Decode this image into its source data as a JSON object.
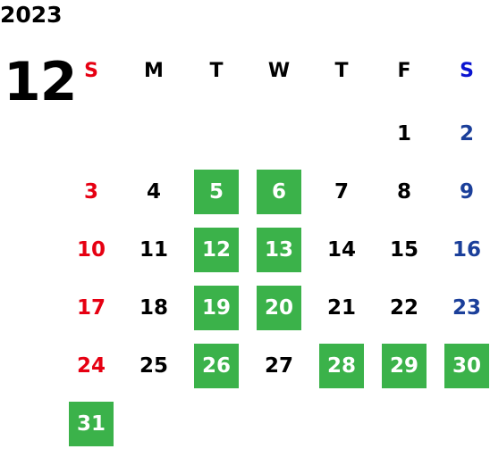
{
  "year": "2023",
  "month": "12",
  "weekdays": [
    {
      "label": "S",
      "color": "#e60012"
    },
    {
      "label": "M",
      "color": "#000000"
    },
    {
      "label": "T",
      "color": "#000000"
    },
    {
      "label": "W",
      "color": "#000000"
    },
    {
      "label": "T",
      "color": "#000000"
    },
    {
      "label": "F",
      "color": "#000000"
    },
    {
      "label": "S",
      "color": "#0a14d0"
    }
  ],
  "colors": {
    "sunday": "#e60012",
    "saturday_weekday_header": "#0a14d0",
    "saturday_days": "#1b3f9a",
    "weekday": "#000000",
    "highlight_bg": "#3bb24a",
    "highlight_text": "#ffffff"
  },
  "weeks": [
    [
      null,
      null,
      null,
      null,
      null,
      {
        "day": "1"
      },
      {
        "day": "2"
      }
    ],
    [
      {
        "day": "3"
      },
      {
        "day": "4"
      },
      {
        "day": "5",
        "highlight": true
      },
      {
        "day": "6",
        "highlight": true
      },
      {
        "day": "7"
      },
      {
        "day": "8"
      },
      {
        "day": "9"
      }
    ],
    [
      {
        "day": "10"
      },
      {
        "day": "11"
      },
      {
        "day": "12",
        "highlight": true
      },
      {
        "day": "13",
        "highlight": true
      },
      {
        "day": "14"
      },
      {
        "day": "15"
      },
      {
        "day": "16"
      }
    ],
    [
      {
        "day": "17"
      },
      {
        "day": "18"
      },
      {
        "day": "19",
        "highlight": true
      },
      {
        "day": "20",
        "highlight": true
      },
      {
        "day": "21"
      },
      {
        "day": "22"
      },
      {
        "day": "23"
      }
    ],
    [
      {
        "day": "24"
      },
      {
        "day": "25"
      },
      {
        "day": "26",
        "highlight": true
      },
      {
        "day": "27"
      },
      {
        "day": "28",
        "highlight": true
      },
      {
        "day": "29",
        "highlight": true
      },
      {
        "day": "30",
        "highlight": true
      }
    ],
    [
      {
        "day": "31",
        "highlight": true
      },
      null,
      null,
      null,
      null,
      null,
      null
    ]
  ]
}
